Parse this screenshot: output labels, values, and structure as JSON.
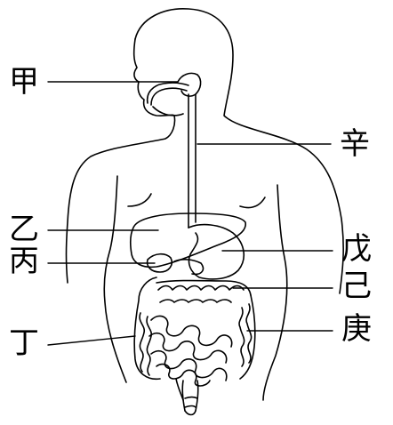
{
  "labels": {
    "jia": "甲",
    "yi": "乙",
    "bing": "丙",
    "ding": "丁",
    "wu": "戊",
    "ji": "己",
    "geng": "庚",
    "xin": "辛"
  }
}
